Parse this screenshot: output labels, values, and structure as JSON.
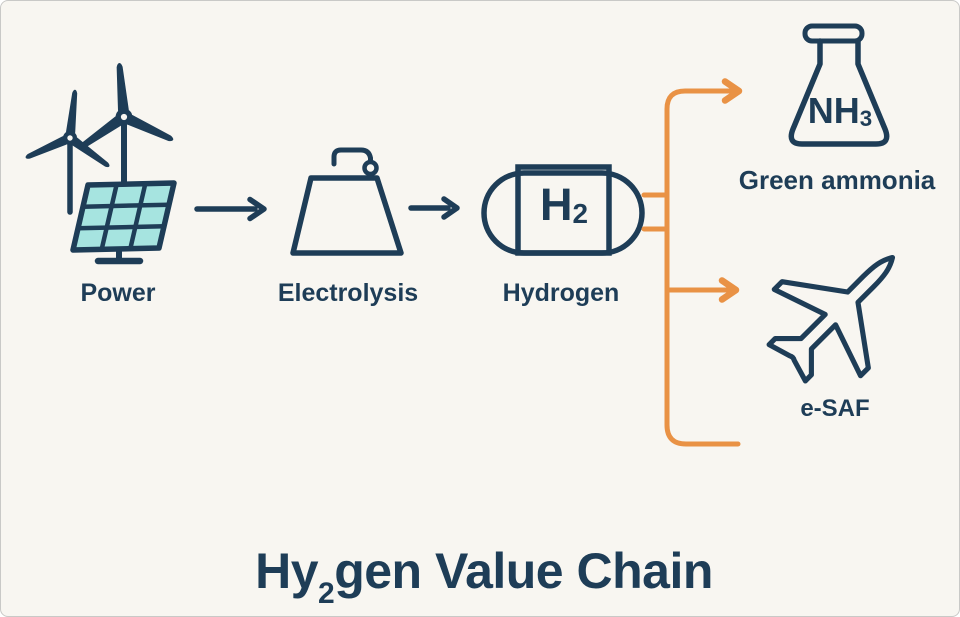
{
  "title": {
    "pre": "Hy",
    "sub": "2",
    "post": "gen Value Chain"
  },
  "colors": {
    "navy": "#1e3d57",
    "teal_panel_fill": "#a6e4e0",
    "orange_branch": "#e99245",
    "background": "#f8f6f1",
    "frame_border": "#c9c9c7"
  },
  "nodes": {
    "power": {
      "label": "Power",
      "icon": "wind-turbines-and-solar-panel-icon"
    },
    "electrolysis": {
      "label": "Electrolysis",
      "icon": "electrolyser-weight-hook-icon"
    },
    "hydrogen": {
      "label": "Hydrogen",
      "icon": "hydrogen-storage-tank-icon",
      "formula": {
        "main": "H",
        "sub": "2"
      }
    },
    "green_ammonia": {
      "label": "Green ammonia",
      "icon": "erlenmeyer-flask-icon",
      "formula": {
        "main": "NH",
        "sub": "3"
      }
    },
    "esaf": {
      "label": "e-SAF",
      "icon": "airplane-icon"
    }
  },
  "edges": [
    {
      "from": "power",
      "to": "electrolysis",
      "style": "navy-arrow"
    },
    {
      "from": "electrolysis",
      "to": "hydrogen",
      "style": "navy-arrow"
    },
    {
      "from": "hydrogen",
      "to": "green_ammonia",
      "style": "orange-arrow"
    },
    {
      "from": "hydrogen",
      "to": "esaf",
      "style": "orange-arrow"
    },
    {
      "from": "hydrogen",
      "to": "offscreen-bottom",
      "style": "orange-line-no-arrowhead"
    }
  ]
}
